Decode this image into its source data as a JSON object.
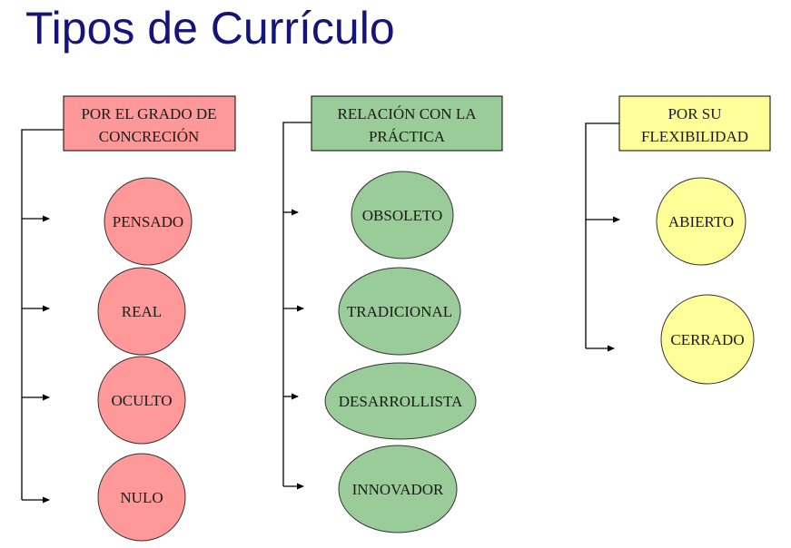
{
  "title": "Tipos de Currículo",
  "colors": {
    "title": "#14147a",
    "pink": "#ff9999",
    "green": "#99cc99",
    "yellow": "#ffff99"
  },
  "groups": [
    {
      "header_line1": "POR EL GRADO DE",
      "header_line2": "CONCRECIÓN",
      "items": [
        "PENSADO",
        "REAL",
        "OCULTO",
        "NULO"
      ]
    },
    {
      "header_line1": "RELACIÓN CON LA",
      "header_line2": "PRÁCTICA",
      "items": [
        "OBSOLETO",
        "TRADICIONAL",
        "DESARROLLISTA",
        "INNOVADOR"
      ]
    },
    {
      "header_line1": "POR SU",
      "header_line2": "FLEXIBILIDAD",
      "items": [
        "ABIERTO",
        "CERRADO"
      ]
    }
  ]
}
